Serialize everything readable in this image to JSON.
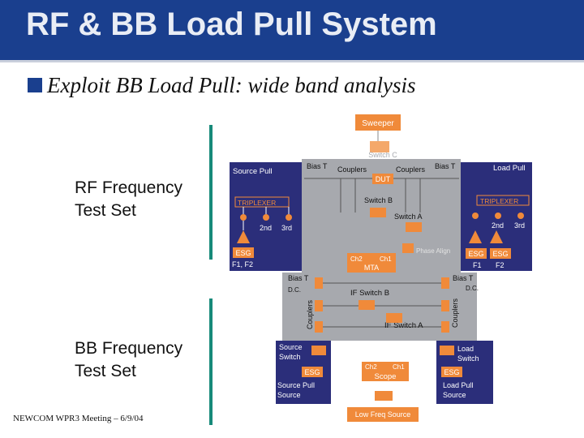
{
  "title": "RF & BB Load Pull System",
  "subtitle": "Exploit BB Load Pull: wide band analysis",
  "labels": {
    "rf_line1": "RF Frequency",
    "rf_line2": "Test Set",
    "bb_line1": "BB Frequency",
    "bb_line2": "Test Set"
  },
  "footer": "NEWCOM WPR3 Meeting – 6/9/04",
  "diagram": {
    "sweeper": "Sweeper",
    "switch_c": "Switch C",
    "source_pull": "Source Pull",
    "load_pull": "Load Pull",
    "bias_t": "Bias T",
    "couplers": "Couplers",
    "dut": "DUT",
    "triplexer": "TRIPLEXER",
    "harm_2nd": "2nd",
    "harm_3rd": "3rd",
    "switch_b": "Switch B",
    "switch_a": "Switch A",
    "esg": "ESG",
    "f1_f2": "F1, F2",
    "f1": "F1",
    "f2": "F2",
    "ch2": "Ch2",
    "ch1": "Ch1",
    "mta": "MTA",
    "phase_align": "Phase Align",
    "dc": "D.C.",
    "if_switch_b": "IF Switch B",
    "if_switch_a": "IF Switch A",
    "source_switch": "Source Switch",
    "load_switch": "Load Switch",
    "scope": "Scope",
    "source_pull_source": "Source Pull Source",
    "load_pull_source": "Load Pull Source",
    "low_freq_source": "Low Freq Source"
  },
  "colors": {
    "title_bar": "#1a3f8e",
    "panel_dark": "#2b2e7a",
    "panel_gray": "#a7a9ae",
    "orange": "#f08a3a",
    "accent_line": "#178a7a"
  }
}
